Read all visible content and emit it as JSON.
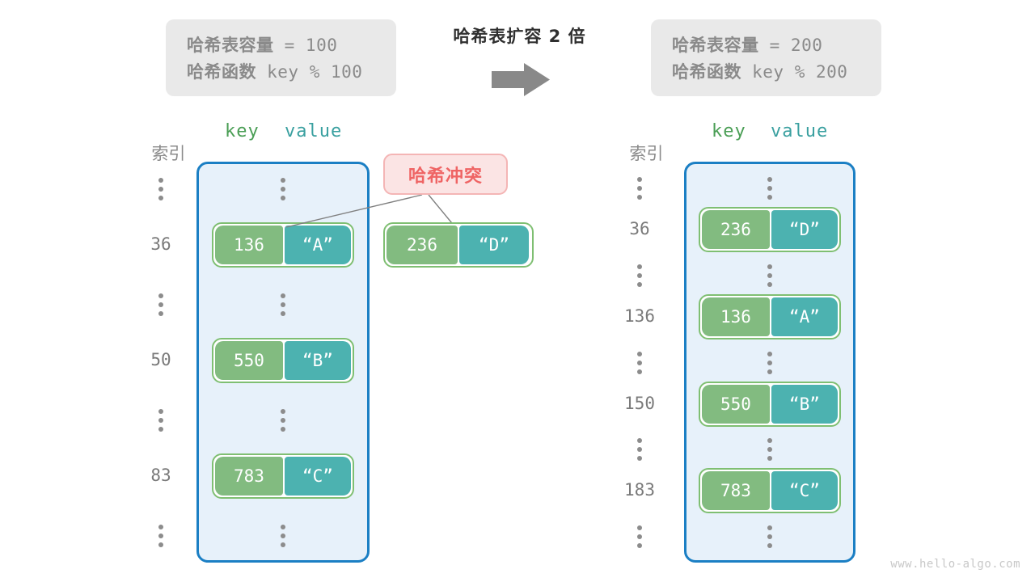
{
  "title": "哈希表扩容 2 倍",
  "arrow_icon": "right-arrow-icon",
  "watermark": "www.hello-algo.com",
  "colors": {
    "bucket_fill": "#e7f1fa",
    "bucket_border": "#1b7fc4",
    "key_cell": "#82bb80",
    "value_cell": "#4cb2b0",
    "pair_border": "#7fbf72",
    "badge_fill": "#fbe4e4",
    "badge_border": "#f4b5b5",
    "badge_text": "#ef6464",
    "info_box_fill": "#e9e9e9",
    "muted_text": "#8a8a8a",
    "key_header": "#4a9e55",
    "value_header": "#3aa0a0",
    "arrow": "#898989",
    "dots": "#8c8c8c"
  },
  "info_left": {
    "capacity_label": "哈希表容量",
    "capacity_value": " = 100",
    "function_label": "哈希函数",
    "function_value": " key % 100"
  },
  "info_right": {
    "capacity_label": "哈希表容量",
    "capacity_value": " = 200",
    "function_label": "哈希函数",
    "function_value": " key % 200"
  },
  "headers": {
    "index": "索引",
    "key": "key",
    "value": "value"
  },
  "collision": {
    "label": "哈希冲突"
  },
  "floating_entry": {
    "key": "236",
    "value": "“D”"
  },
  "left_table": {
    "rows": [
      {
        "type": "dots",
        "index": ""
      },
      {
        "type": "entry",
        "index": "36",
        "key": "136",
        "value": "“A”"
      },
      {
        "type": "dots",
        "index": ""
      },
      {
        "type": "entry",
        "index": "50",
        "key": "550",
        "value": "“B”"
      },
      {
        "type": "dots",
        "index": ""
      },
      {
        "type": "entry",
        "index": "83",
        "key": "783",
        "value": "“C”"
      },
      {
        "type": "dots",
        "index": ""
      }
    ]
  },
  "right_table": {
    "rows": [
      {
        "type": "dots",
        "index": ""
      },
      {
        "type": "entry",
        "index": "36",
        "key": "236",
        "value": "“D”"
      },
      {
        "type": "dots",
        "index": ""
      },
      {
        "type": "entry",
        "index": "136",
        "key": "136",
        "value": "“A”"
      },
      {
        "type": "dots",
        "index": ""
      },
      {
        "type": "entry",
        "index": "150",
        "key": "550",
        "value": "“B”"
      },
      {
        "type": "dots",
        "index": ""
      },
      {
        "type": "entry",
        "index": "183",
        "key": "783",
        "value": "“C”"
      },
      {
        "type": "dots",
        "index": ""
      }
    ]
  }
}
